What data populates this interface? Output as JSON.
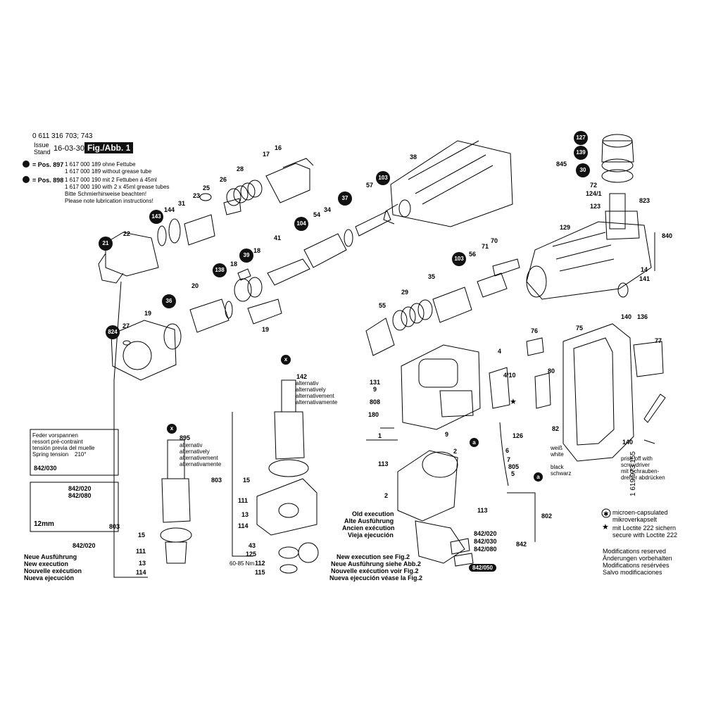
{
  "header": {
    "model_numbers": "0 611 316 703; 743",
    "issue_word_1": "Issue",
    "issue_word_2": "Stand",
    "issue_date": "16-03-30",
    "fig_label": "Fig./Abb. 1"
  },
  "notes": {
    "pos897_key": "= Pos. 897",
    "pos897_line1": "1 617 000 189 ohne Fettube",
    "pos897_line2": "1 617 000 189 without grease tube",
    "pos898_key": "= Pos. 898",
    "pos898_line1": "1 617 000 190 mit 2 Fettuben á 45ml",
    "pos898_line2": "1 617 000 190 with 2 x 45ml grease tubes",
    "pos898_line3": "Bitte Schmierhinweise beachten!",
    "pos898_line4": "Please note lubrication instructions!"
  },
  "alternativ_block": {
    "l1": "alternativ",
    "l2": "alternatively",
    "l3": "alternativement",
    "l4": "alternativamente"
  },
  "spring_box": {
    "l1": "Feder vorspannen",
    "l2": "ressort pré-contraint",
    "l3": "tensión previa del muelle",
    "l4": "Spring tension",
    "angle": "210°",
    "part": "842/030"
  },
  "insert_box": {
    "p1": "842/020",
    "p2": "842/080",
    "dim": "12mm"
  },
  "neue_block": {
    "part": "842/020",
    "l1": "Neue Ausführung",
    "l2": "New execution",
    "l3": "Nouvelle exécution",
    "l4": "Nueva ejecución"
  },
  "old_block": {
    "l1": "Old execution",
    "l2": "Alte Ausführung",
    "l3": "Ancien exécution",
    "l4": "Vieja ejecución"
  },
  "new_fig_block": {
    "l1": "New execution see Fig.2",
    "l2": "Neue Ausführung siehe Abb.2",
    "l3": "Nouvelle exécution voir Fig.2",
    "l4": "Nueva ejecución véase la Fig.2"
  },
  "cable_colors": {
    "white_de": "weiß",
    "white_en": "white",
    "black_en": "black",
    "black_de": "schwarz"
  },
  "prise_note": {
    "l1": "prise off with",
    "l2": "screwdriver",
    "l3": "mit Schrauben-",
    "l4": "dreher abdrücken"
  },
  "legend": {
    "micro_l1": "microen-capsulated",
    "micro_l2": "mikroverkapselt",
    "loctite_l1": "mit Loctite 222 sichern",
    "loctite_l2": "secure with Loctite 222",
    "mod_l1": "Modifications reserved",
    "mod_l2": "Änderungen vorbehalten",
    "mod_l3": "Modifications resérvées",
    "mod_l4": "Salvo modificaciones"
  },
  "doc_number": "1 619 973 155",
  "torque": "60-85 Nm",
  "badges": {
    "b21": "21",
    "b143": "143",
    "b103a": "103",
    "b37": "37",
    "b104": "104",
    "b39": "39",
    "b138": "138",
    "b36": "36",
    "b824": "824",
    "b103b": "103",
    "b127": "127",
    "b139": "139",
    "b30": "30",
    "bx1": "x",
    "bx2": "x",
    "ba1": "a",
    "ba2": "a"
  },
  "labels": {
    "l16": "16",
    "l17": "17",
    "l28": "28",
    "l26": "26",
    "l25": "25",
    "l23": "23",
    "l144": "144",
    "l31": "31",
    "l22": "22",
    "l38": "38",
    "l57": "57",
    "l54": "54",
    "l34": "34",
    "l41": "41",
    "l18a": "18",
    "l18b": "18",
    "l20": "20",
    "l19a": "19",
    "l19b": "19",
    "l27": "27",
    "l56": "56",
    "l71": "71",
    "l70": "70",
    "l35": "35",
    "l29": "29",
    "l55": "55",
    "l845": "845",
    "l72": "72",
    "l124": "124/1",
    "l123": "123",
    "l823": "823",
    "l129": "129",
    "l840": "840",
    "l14": "14",
    "l141": "141",
    "l140a": "140",
    "l136": "136",
    "l75": "75",
    "l77": "77",
    "l76": "76",
    "l4": "4",
    "l410": "4/10",
    "l80": "80",
    "l131": "131",
    "l9a": "9",
    "l808": "808",
    "l180": "180",
    "l1": "1",
    "l9b": "9",
    "l2a": "2",
    "l6": "6",
    "l7": "7",
    "l805": "805",
    "l5": "5",
    "l126": "126",
    "l82": "82",
    "l140b": "140",
    "l113a": "113",
    "l2b": "2",
    "l113b": "113",
    "l802": "802",
    "l842a": "842/020",
    "l842b": "842/030",
    "l842c": "842/080",
    "l842": "842",
    "l842d": "842/050",
    "l142": "142",
    "l803a": "803",
    "l15a": "15",
    "l111a": "111",
    "l13a": "13",
    "l114a": "114",
    "l43": "43",
    "l125": "125",
    "l112": "112",
    "l115": "115",
    "l895": "895",
    "l803b": "803",
    "l15b": "15",
    "l111b": "111",
    "l13b": "13",
    "l114b": "114"
  }
}
